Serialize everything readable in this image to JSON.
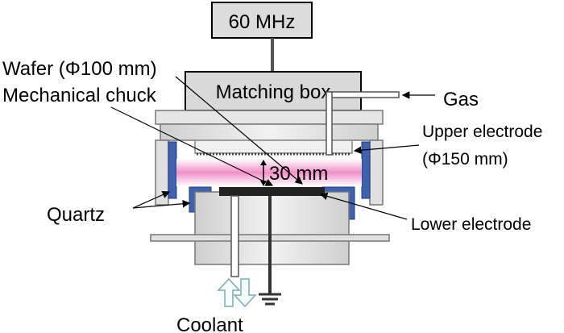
{
  "diagram": {
    "rf_source": "60 MHz",
    "matching_box": "Matching box",
    "labels": {
      "wafer": "Wafer (Φ100 mm)",
      "chuck": "Mechanical chuck",
      "gas": "Gas",
      "upper_electrode_line1": "Upper electrode",
      "upper_electrode_line2": "(Φ150 mm)",
      "gap": "30 mm",
      "quartz": "Quartz",
      "lower_electrode": "Lower electrode",
      "coolant": "Coolant"
    }
  }
}
